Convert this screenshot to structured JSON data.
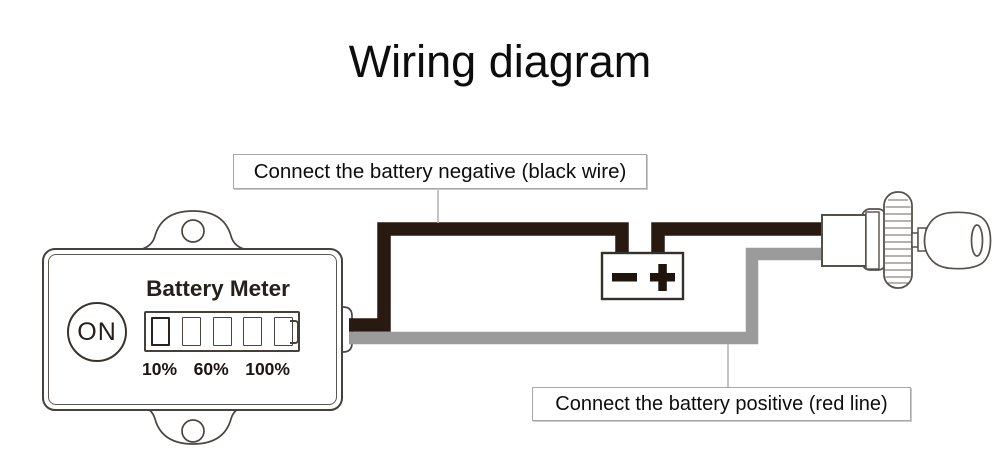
{
  "title": "Wiring diagram",
  "callouts": {
    "negative": "Connect the battery negative (black wire)",
    "positive": "Connect the battery positive (red line)"
  },
  "meter": {
    "title": "Battery Meter",
    "power_button_label": "ON",
    "scale_labels": [
      "10%",
      "60%",
      "100%"
    ],
    "segment_count": "5"
  },
  "battery": {
    "negative_symbol": "−",
    "positive_symbol": "+"
  },
  "colors": {
    "wire_black": "#281a10",
    "wire_gray": "#9b9b9b",
    "outline": "#4b463f",
    "callout_border": "#a8a8a8",
    "text": "#0d0d0d"
  }
}
